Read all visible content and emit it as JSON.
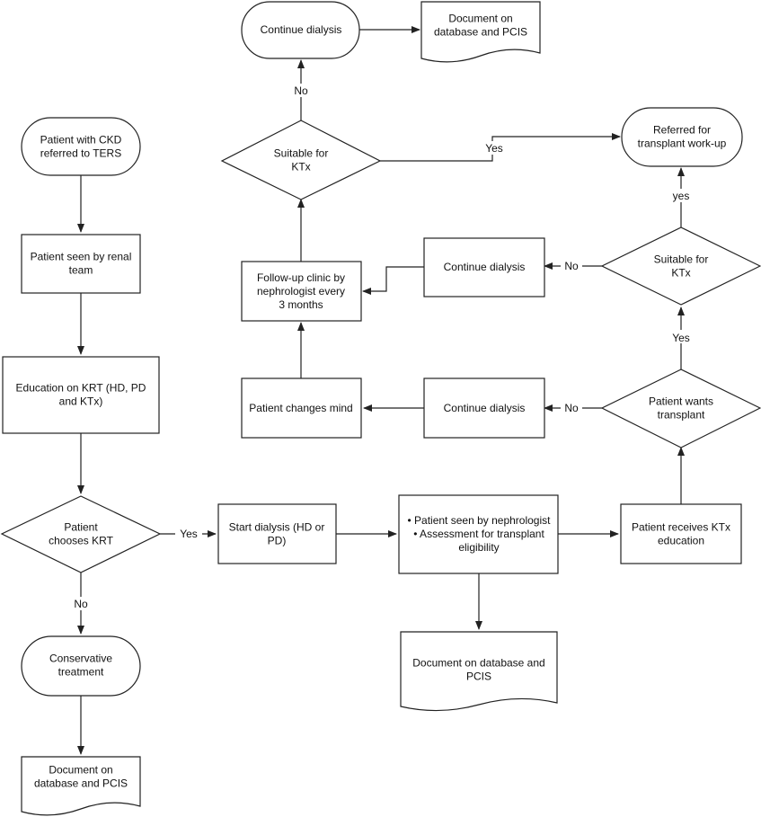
{
  "diagram": {
    "nodes": {
      "patient_ckd": [
        "Patient with CKD",
        "referred to TERS"
      ],
      "seen_renal": [
        "Patient seen by renal",
        "team"
      ],
      "education": [
        "Education on KRT (HD, PD",
        "and KTx)"
      ],
      "chooses_krt": [
        "Patient",
        "chooses KRT"
      ],
      "conservative": [
        "Conservative",
        "treatment"
      ],
      "doc_left": [
        "Document on",
        "database and PCIS"
      ],
      "start_dialysis": [
        "Start dialysis (HD or",
        "PD)"
      ],
      "nephrologist": [
        "• Patient seen by nephrologist",
        "• Assessment for transplant",
        "eligibility"
      ],
      "doc_mid": [
        "Document on database and",
        "PCIS"
      ],
      "ktx_education": [
        "Patient receives KTx",
        "education"
      ],
      "wants_transplant": [
        "Patient wants",
        "transplant"
      ],
      "continue_low": [
        "Continue dialysis"
      ],
      "changes_mind": [
        "Patient changes mind"
      ],
      "followup": [
        "Follow-up clinic by",
        "nephrologist every",
        "3 months"
      ],
      "continue_mid": [
        "Continue dialysis"
      ],
      "suitable_right": [
        "Suitable for",
        "KTx"
      ],
      "referred": [
        "Referred for",
        "transplant work-up"
      ],
      "suitable_top": [
        "Suitable for",
        "KTx"
      ],
      "continue_top": [
        "Continue dialysis"
      ],
      "doc_top": [
        "Document on",
        "database and PCIS"
      ]
    },
    "edge_labels": {
      "chooses_yes": "Yes",
      "chooses_no": "No",
      "wants_yes": "Yes",
      "wants_no": "No",
      "suitable_right_yes": "yes",
      "suitable_right_no": "No",
      "suitable_top_yes": "Yes",
      "suitable_top_no": "No"
    }
  }
}
